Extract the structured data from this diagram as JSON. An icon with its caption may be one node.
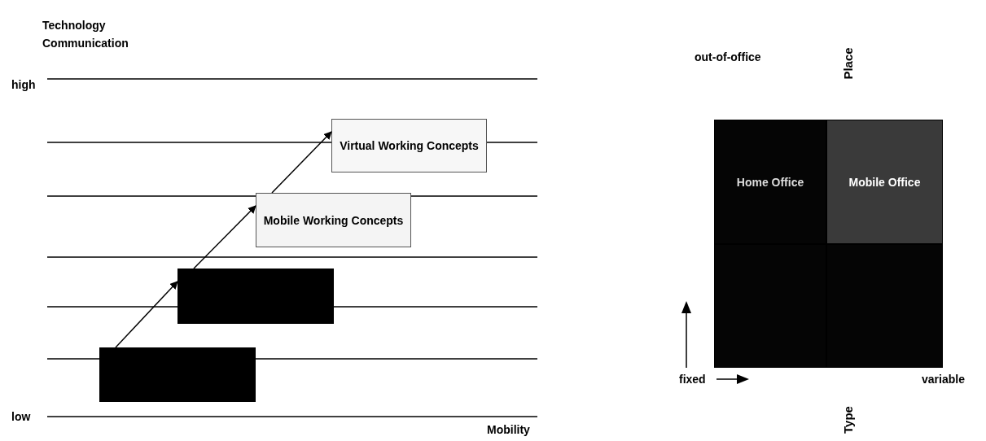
{
  "diagram": {
    "nodes": [
      {
        "text": [],
        "shape": "box"
      },
      {
        "text": [],
        "shape": "box"
      },
      {
        "text": [
          "Mobile Working Concepts"
        ]
      },
      {
        "text": [
          "Virtual Working Concepts"
        ]
      },
      {
        "text": [
          "Home Office"
        ]
      },
      {
        "text": [
          "Mobile Office"
        ]
      },
      {
        "text": [],
        "shape": "box"
      },
      {
        "text": [],
        "shape": "box"
      }
    ],
    "edges": [
      {
        "from": 0,
        "to": 1,
        "arrow": "to"
      },
      {
        "from": 1,
        "to": 2,
        "arrow": "to"
      },
      {
        "from": 2,
        "to": 3,
        "arrow": "to"
      }
    ],
    "labels": [
      "Technology Communication",
      "high",
      "Place",
      "out-of-office",
      "low",
      "fixed",
      "Type",
      "variable",
      "Mobility"
    ]
  }
}
